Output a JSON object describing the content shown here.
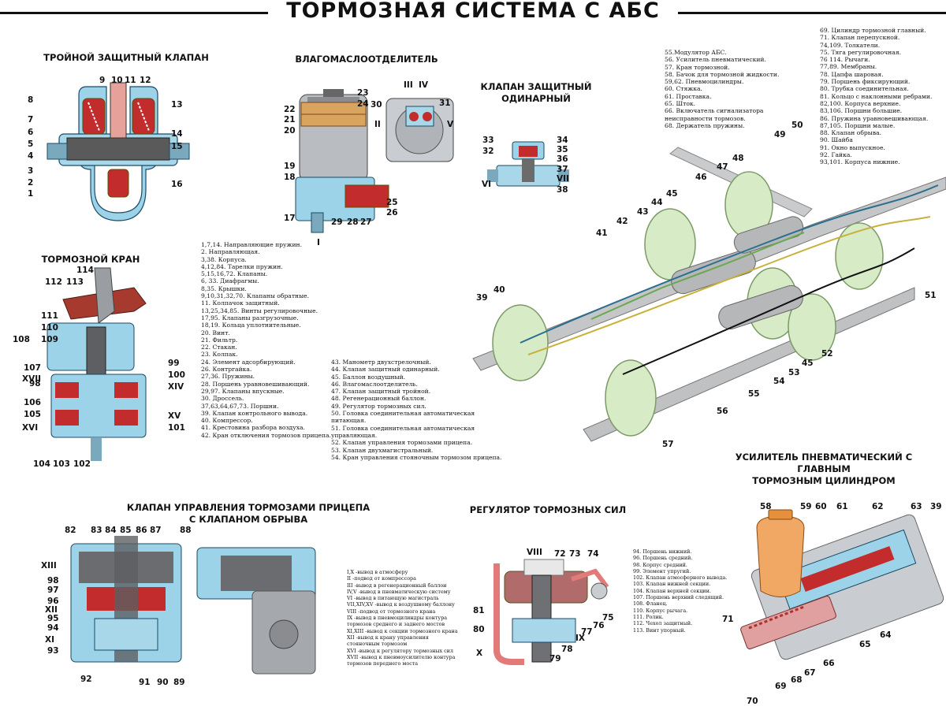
{
  "title": "ТОРМОЗНАЯ  СИСТЕМА С АБС",
  "sections": {
    "triple_valve": "ТРОЙНОЙ ЗАЩИТНЫЙ КЛАПАН",
    "separator": "ВЛАГОМАСЛООТДЕЛИТЕЛЬ",
    "single_valve_1": "КЛАПАН ЗАЩИТНЫЙ",
    "single_valve_2": "ОДИНАРНЫЙ",
    "brake_valve": "ТОРМОЗНОЙ КРАН",
    "trailer_valve_1": "КЛАПАН УПРАВЛЕНИЯ ТОРМОЗАМИ ПРИЦЕПА",
    "trailer_valve_2": "С КЛАПАНОМ ОБРЫВА",
    "regulator": "РЕГУЛЯТОР ТОРМОЗНЫХ СИЛ",
    "booster_1": "УСИЛИТЕЛЬ ПНЕВМАТИЧЕСКИЙ С ГЛАВНЫМ",
    "booster_2": "ТОРМОЗНЫМ ЦИЛИНДРОМ"
  },
  "legends": {
    "parts_1": [
      "1,7,14. Направляющие пружин.",
      "2. Направляющая.",
      "3,38. Корпуса.",
      "4,12,84. Тарелки пружин.",
      "5,15,16,72. Клапаны.",
      "6, 33. Диафрагмы.",
      "8,35. Крышки.",
      "9,10,31,32,70. Клапаны обратные.",
      "11. Колпачок защитный.",
      "13,25,34,85. Винты регулировочные.",
      "17,95. Клапаны разгрузочные.",
      "18,19. Кольца уплотнительные.",
      "20. Винт.",
      "21. Фильтр.",
      "22. Стакан.",
      "23. Колпак.",
      "24. Элемент адсорбирующий.",
      "26. Контргайка.",
      "27,36. Пружины.",
      "28. Поршень уравновешивающий.",
      "29,97. Клапаны впускные.",
      "30. Дроссель.",
      "37,63,64,67,73. Поршни.",
      "39. Клапан контрольного вывода.",
      "40. Компрессор.",
      "41. Крестовина разбора воздуха.",
      "42. Кран отключения тормозов прицепа."
    ],
    "parts_2": [
      "43. Манометр двухстрелочный.",
      "44. Клапан защитный одинарный.",
      "45. Баллон воздушный.",
      "46. Влагомаслоотделитель.",
      "47. Клапан защитный тройной.",
      "48. Регенерационный баллон.",
      "49. Регулятор тормозных сил.",
      "50. Головка соединительная автоматическая",
      "питающая.",
      "51. Головка соединительная автоматическая",
      "управляющая.",
      "52. Клапан управления тормозами прицепа.",
      "53. Клапан двухмагистральный.",
      "54. Кран управления стояночным тормозом прицепа."
    ],
    "parts_3": [
      "55.Модулятор АБС.",
      "56. Усилитель пневматический.",
      "57. Кран тормозной.",
      "58. Бачок для тормозной жидкости.",
      "59,62. Пневмоцилиндры.",
      "60. Стяжка.",
      "61. Проставка.",
      "65. Шток.",
      "66. Включатель сигнализатора",
      "неисправности тормозов.",
      "68. Держатель пружины."
    ],
    "parts_4": [
      "69. Цилиндр тормозной главный.",
      "71. Клапан перепускной.",
      "74,109. Толкатели.",
      "75. Тяга регулировочная.",
      "76 114. Рычаги.",
      "77,89. Мембраны.",
      "78. Цапфа шаровая.",
      "79. Поршень фиксирующий.",
      "80. Трубка соединительная.",
      "81. Кольцо с наклонными ребрами.",
      "82,100. Корпуса верхние.",
      "83,106. Поршни большие.",
      "86. Пружина уравновешивающая.",
      "87,105. Поршни малые.",
      "88. Клапан обрыва.",
      "90. Шайба",
      "91. Окно выпускное.",
      "92. Гайка.",
      "93,101. Корпуса нижние."
    ],
    "ports": [
      "I,X -вывод в атмосферу",
      "II -подвод от компрессора",
      "III -вывод в регенерационный баллон",
      "IV,V -вывод в пневматическую систему",
      "VI -вывод в питающую магистраль",
      "VII,XIV,XV -вывод к воздушному баллону",
      "VIII -подвод от тормозного крана",
      "IX -вывод в пневмоцилиндры контура",
      "тормозов среднего и заднего мостов",
      "XI,XIII -вывод к секции тормозного крана",
      "XII -вывод к крану управления",
      "стояночным тормозом",
      "XVI -вывод к регулятору тормозных сил",
      "XVII -вывод к пневмоусилителю контура",
      "тормозов переднего моста"
    ],
    "parts_5": [
      "94. Поршень нижний.",
      "96. Поршень средний.",
      "98. Корпус средний.",
      "99. Элемент упругий.",
      "102. Клапан атмосферного вывода.",
      "103. Клапан нижней секции.",
      "104. Клапан верхней секции.",
      "107. Поршень верхний следящий.",
      "108. Фланец.",
      "110. Корпус рычага.",
      "111. Ролик.",
      "112. Чехол защитный.",
      "113. Винт упорный."
    ]
  },
  "callouts": {
    "triple": [
      "1",
      "2",
      "3",
      "4",
      "5",
      "6",
      "7",
      "8",
      "9",
      "10",
      "11",
      "12",
      "13",
      "14",
      "15",
      "16"
    ],
    "separator": [
      "17",
      "18",
      "19",
      "20",
      "21",
      "22",
      "23",
      "24",
      "25",
      "26",
      "27",
      "28",
      "29",
      "30",
      "31",
      "I",
      "II",
      "III",
      "IV",
      "V"
    ],
    "single": [
      "32",
      "33",
      "34",
      "35",
      "36",
      "37",
      "38",
      "VI",
      "VII"
    ],
    "chassis": [
      "39",
      "40",
      "41",
      "42",
      "43",
      "44",
      "45",
      "45",
      "46",
      "47",
      "48",
      "49",
      "50",
      "51",
      "52",
      "53",
      "54",
      "55",
      "56",
      "57"
    ],
    "brake_valve": [
      "98",
      "99",
      "100",
      "101",
      "102",
      "103",
      "104",
      "105",
      "106",
      "107",
      "108",
      "109",
      "110",
      "111",
      "112",
      "113",
      "114",
      "XIV",
      "XV",
      "XVI",
      "XVII"
    ],
    "trailer": [
      "82",
      "83",
      "84",
      "85",
      "86",
      "87",
      "88",
      "89",
      "90",
      "91",
      "92",
      "93",
      "94",
      "95",
      "96",
      "97",
      "98",
      "XI",
      "XII",
      "XIII"
    ],
    "regulator": [
      "72",
      "73",
      "74",
      "75",
      "76",
      "77",
      "78",
      "79",
      "80",
      "81",
      "VIII",
      "IX",
      "X"
    ],
    "booster": [
      "39",
      "58",
      "59",
      "60",
      "61",
      "62",
      "63",
      "64",
      "65",
      "66",
      "67",
      "68",
      "69",
      "70",
      "71"
    ]
  }
}
